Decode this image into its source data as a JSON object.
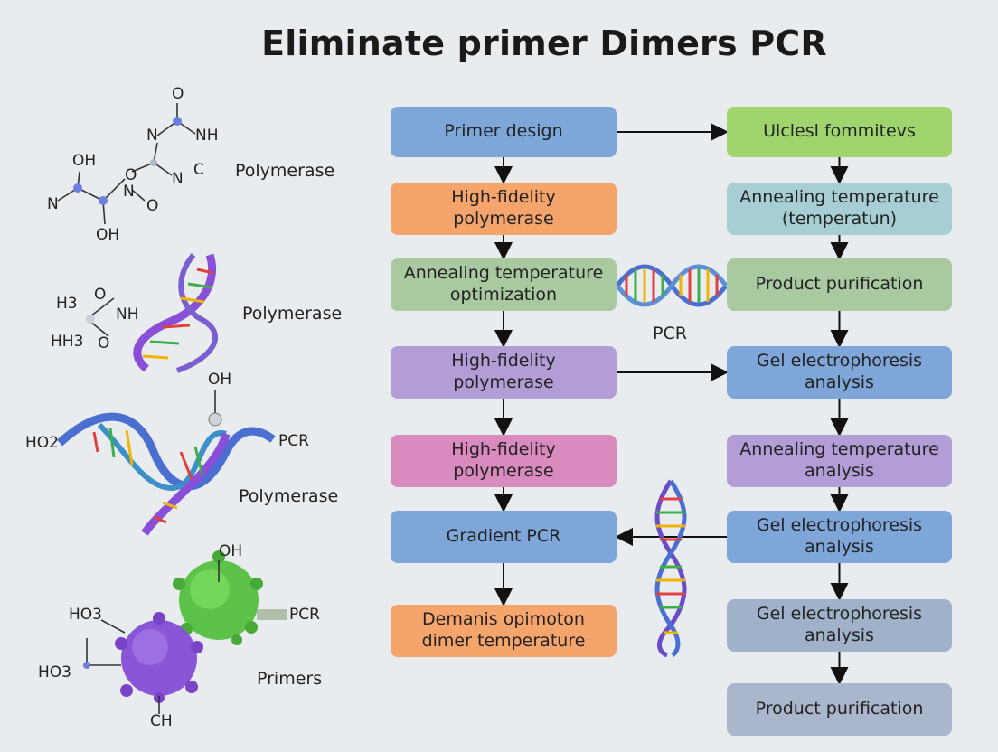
{
  "title": "Eliminate primer Dimers PCR",
  "colors": {
    "blue": "#7ea6d8",
    "green": "#9fd46f",
    "orange": "#f5a46c",
    "teal": "#a7cfd3",
    "sage": "#a9c9a0",
    "lavender": "#b39dd6",
    "pink": "#d98bc0",
    "steel": "#9fb2c9",
    "slate": "#aab6cc",
    "arrow": "#111111"
  },
  "flow": {
    "left": [
      {
        "label": "Primer design",
        "color": "blue"
      },
      {
        "label": "High-fidelity\npolymerase",
        "color": "orange"
      },
      {
        "label": "Annealing temperature\noptimization",
        "color": "sage"
      },
      {
        "label": "High-fidelity\npolymerase",
        "color": "lavender"
      },
      {
        "label": "High-fidelity\npolymerase",
        "color": "pink"
      },
      {
        "label": "Gradient PCR",
        "color": "blue"
      },
      {
        "label": "Demanis opimoton\ndimer temperature",
        "color": "orange"
      }
    ],
    "right": [
      {
        "label": "Ulclesl fommitevs",
        "color": "green"
      },
      {
        "label": "Annealing temperature\n(temperatun)",
        "color": "teal"
      },
      {
        "label": "Product purification",
        "color": "sage"
      },
      {
        "label": "Gel electrophoresis\nanalysis",
        "color": "blue"
      },
      {
        "label": "Annealing temperature\nanalysis",
        "color": "lavender"
      },
      {
        "label": "Gel electrophoresis\nanalysis",
        "color": "blue"
      },
      {
        "label": "Gel electrophoresis\nanalysis",
        "color": "steel"
      },
      {
        "label": "Product purification",
        "color": "slate"
      }
    ],
    "middle_label": "PCR"
  },
  "side": {
    "labels": [
      "Polymerase",
      "Polymerase",
      "Polymerase",
      "Primers"
    ],
    "mol1": [
      "O",
      "N",
      "NH",
      "OH",
      "O",
      "N",
      "N",
      "N",
      "C",
      "O",
      "OH"
    ],
    "mol2": [
      "H3",
      "O",
      "NH",
      "HH3",
      "O"
    ],
    "mol3": [
      "OH",
      "HO2",
      "PCR"
    ],
    "mol4": [
      "OH",
      "HO3",
      "PCR",
      "HO3",
      "CH"
    ]
  }
}
